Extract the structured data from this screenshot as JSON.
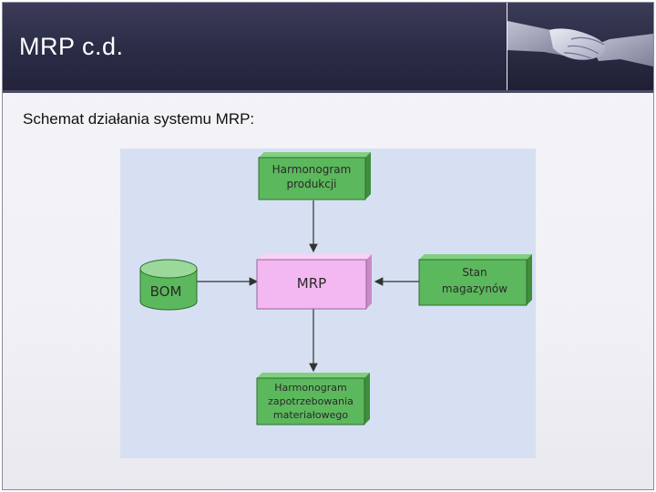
{
  "header": {
    "title": "MRP c.d."
  },
  "content": {
    "subtitle": "Schemat działania systemu MRP:"
  },
  "diagram": {
    "nodes": {
      "harmonogram_produkcji": [
        "Harmonogram",
        "produkcji"
      ],
      "mrp": [
        "MRP"
      ],
      "bom": [
        "BOM"
      ],
      "stan_magazynow": [
        "Stan",
        "magazynów"
      ],
      "harmonogram_zapotrzebowania": [
        "Harmonogram",
        "zapotrzebowania",
        "materiałowego"
      ]
    },
    "edges": [
      {
        "from": "harmonogram_produkcji",
        "to": "mrp"
      },
      {
        "from": "bom",
        "to": "mrp"
      },
      {
        "from": "stan_magazynow",
        "to": "mrp"
      },
      {
        "from": "mrp",
        "to": "harmonogram_zapotrzebowania"
      }
    ],
    "colors": {
      "panel": "#d6e0f2",
      "green_box": "#5cb85c",
      "mrp_box": "#f3b8f1",
      "bom_cylinder": "#77c777"
    }
  }
}
